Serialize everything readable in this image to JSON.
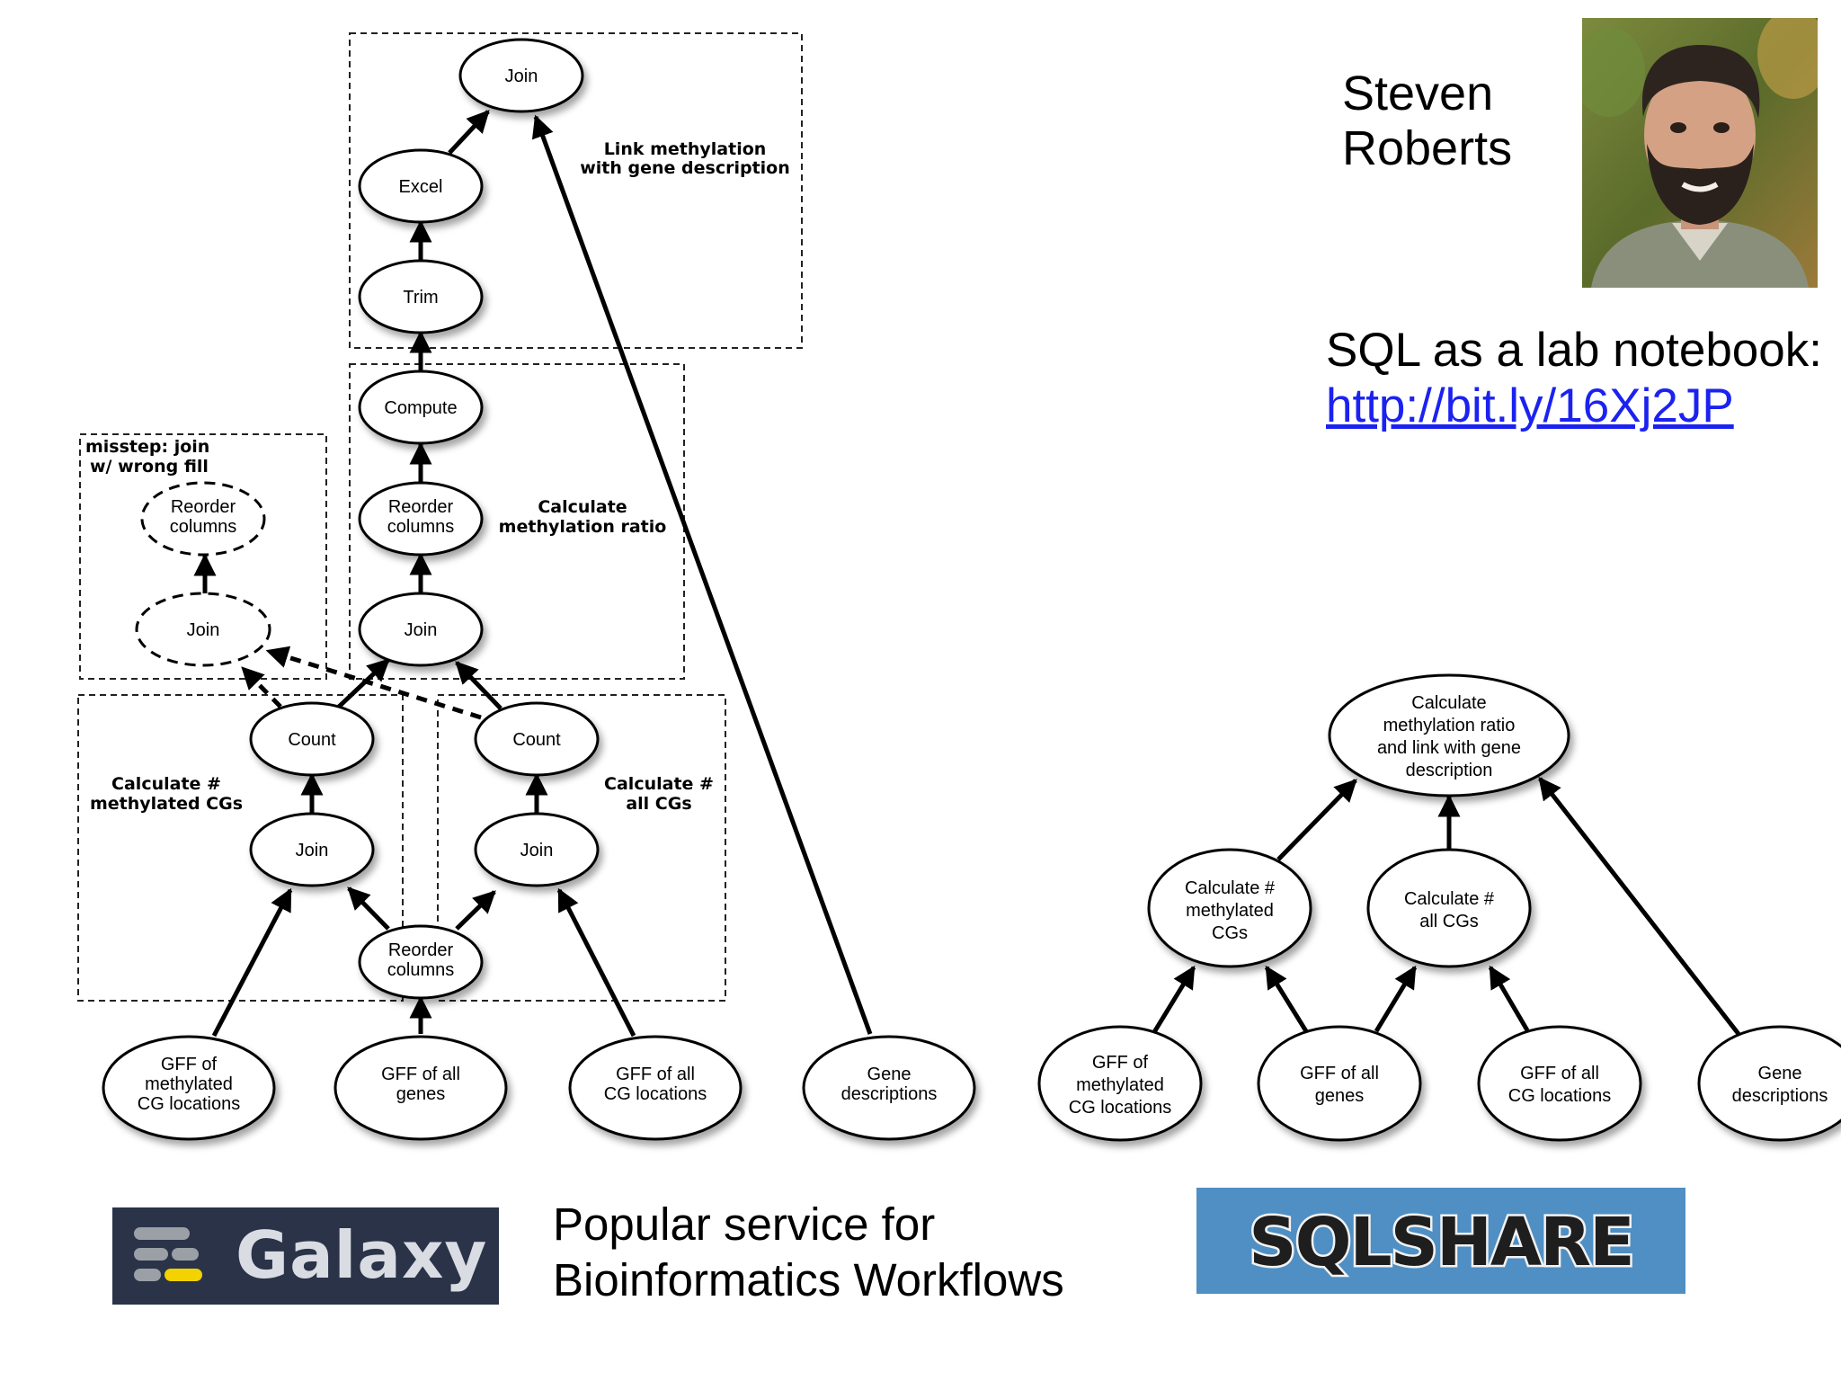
{
  "nodes": {
    "join_top": "Join",
    "excel": "Excel",
    "trim": "Trim",
    "compute": "Compute",
    "reorder_mid": [
      "Reorder",
      "columns"
    ],
    "join_mid": "Join",
    "reorder_dashed": [
      "Reorder",
      "columns"
    ],
    "join_dashed": "Join",
    "count_left": "Count",
    "count_right": "Count",
    "join_left": "Join",
    "join_right": "Join",
    "reorder_bottom": [
      "Reorder",
      "columns"
    ],
    "gff_methylated": [
      "GFF of",
      "methylated",
      "CG locations"
    ],
    "gff_all_genes": [
      "GFF of all",
      "genes"
    ],
    "gff_all_cg": [
      "GFF of all",
      "CG locations"
    ],
    "gene_desc": [
      "Gene",
      "descriptions"
    ]
  },
  "groups": {
    "link_methylation": [
      "Link methylation",
      "with gene description"
    ],
    "calc_ratio": [
      "Calculate",
      "methylation ratio"
    ],
    "misstep": [
      "misstep: join",
      "w/ wrong fill"
    ],
    "calc_methylated": [
      "Calculate #",
      "methylated CGs"
    ],
    "calc_all": [
      "Calculate #",
      "all CGs"
    ]
  },
  "sql_nodes": {
    "top": [
      "Calculate",
      "methylation ratio",
      "and link with gene",
      "description"
    ],
    "calc_methylated": [
      "Calculate #",
      "methylated",
      "CGs"
    ],
    "calc_all": [
      "Calculate #",
      "all CGs"
    ],
    "gff_methylated": [
      "GFF of",
      "methylated",
      "CG locations"
    ],
    "gff_all_genes": [
      "GFF of all",
      "genes"
    ],
    "gff_all_cg": [
      "GFF of all",
      "CG locations"
    ],
    "gene_desc": [
      "Gene",
      "descriptions"
    ]
  },
  "header": {
    "name_line1": "Steven",
    "name_line2": "Roberts",
    "sql_notebook": "SQL as a lab notebook:",
    "sql_link": "http://bit.ly/16Xj2JP"
  },
  "footer": {
    "galaxy_logo_text": "Galaxy",
    "popular_line1": "Popular service for",
    "popular_line2": "Bioinformatics Workflows",
    "sqlshare_logo_text": "SQLSHARE"
  }
}
